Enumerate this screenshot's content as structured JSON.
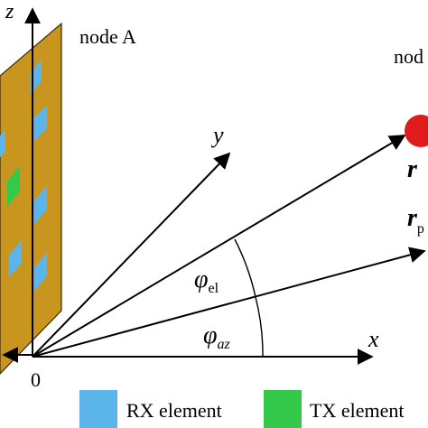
{
  "labels": {
    "node_a": "node A",
    "node_b_partial": "nod",
    "axis_z": "z",
    "axis_y": "y",
    "axis_x": "x",
    "origin": "0",
    "r_main": "r",
    "r_proj_base": "r",
    "r_proj_sub": "p",
    "phi_el_symbol": "φ",
    "phi_el_sub": "el",
    "phi_az_symbol": "φ",
    "phi_az_sub": "az"
  },
  "legend": {
    "rx_label": "RX element",
    "tx_label": "TX element"
  },
  "colors": {
    "panel_fill": "#c8961e",
    "panel_edge": "#3a2a06",
    "rx_color": "#5bb5ea",
    "tx_color": "#33c94a",
    "target_color": "#e01b1b",
    "axis_color": "#000000"
  }
}
